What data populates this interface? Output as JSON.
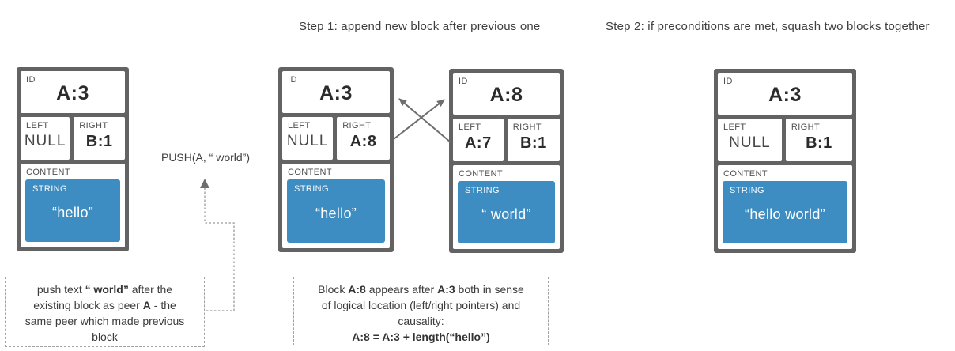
{
  "titles": {
    "step1": "Step 1: append new block after previous one",
    "step2": "Step 2: if preconditions are met, squash two blocks together"
  },
  "labels": {
    "id": "ID",
    "left": "LEFT",
    "right": "RIGHT",
    "content": "CONTENT",
    "string": "STRING"
  },
  "blocks": {
    "initial": {
      "id": "A:3",
      "left": "NULL",
      "right": "B:1",
      "string": "“hello”"
    },
    "step1_a3": {
      "id": "A:3",
      "left": "NULL",
      "right": "A:8",
      "string": "“hello”"
    },
    "step1_a8": {
      "id": "A:8",
      "left": "A:7",
      "right": "B:1",
      "string": "“ world”"
    },
    "step2_a3": {
      "id": "A:3",
      "left": "NULL",
      "right": "B:1",
      "string": "“hello world”"
    }
  },
  "push_label": "PUSH(A, “ world”)",
  "notes": {
    "push_note": {
      "lines": [
        [
          {
            "t": "push text ",
            "b": false
          },
          {
            "t": "“ world”",
            "b": true
          },
          {
            "t": " after the",
            "b": false
          }
        ],
        [
          {
            "t": "existing block as peer ",
            "b": false
          },
          {
            "t": "A",
            "b": true
          },
          {
            "t": " - the",
            "b": false
          }
        ],
        [
          {
            "t": "same peer which made previous",
            "b": false
          }
        ],
        [
          {
            "t": "block",
            "b": false
          }
        ]
      ]
    },
    "squash_note": {
      "lines": [
        [
          {
            "t": "Block ",
            "b": false
          },
          {
            "t": "A:8",
            "b": true
          },
          {
            "t": " appears after ",
            "b": false
          },
          {
            "t": "A:3",
            "b": true
          },
          {
            "t": " both in sense",
            "b": false
          }
        ],
        [
          {
            "t": "of logical location (left/right pointers) and",
            "b": false
          }
        ],
        [
          {
            "t": "causality:",
            "b": false
          }
        ],
        [
          {
            "t": "A:8 = A:3 + length(“hello”)",
            "b": true
          }
        ]
      ]
    }
  },
  "colors": {
    "accent_blue": "#3d8dc3",
    "frame_gray": "#636363",
    "arrow_gray": "#6e6e6e",
    "text_dark": "#3b3b3b"
  }
}
